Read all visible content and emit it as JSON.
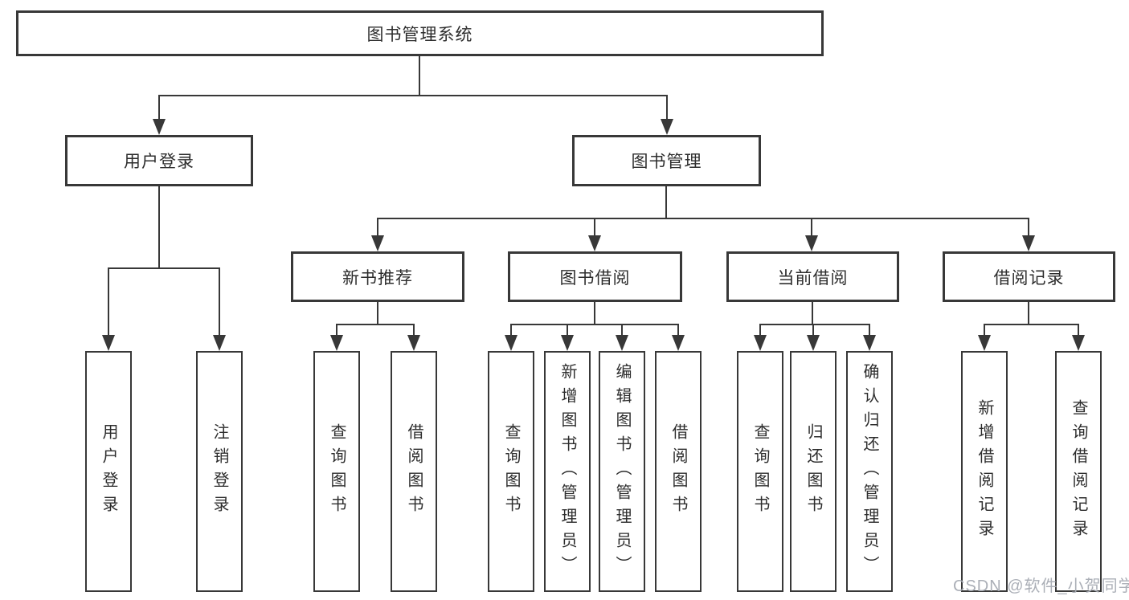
{
  "tree": {
    "label": "图书管理系统",
    "children": [
      {
        "label": "用户登录",
        "children": [
          {
            "label": "用户登录"
          },
          {
            "label": "注销登录"
          }
        ]
      },
      {
        "label": "图书管理",
        "children": [
          {
            "label": "新书推荐",
            "children": [
              {
                "label": "查询图书"
              },
              {
                "label": "借阅图书"
              }
            ]
          },
          {
            "label": "图书借阅",
            "children": [
              {
                "label": "查询图书"
              },
              {
                "label": "新增图书（管理员）"
              },
              {
                "label": "编辑图书（管理员）"
              },
              {
                "label": "借阅图书"
              }
            ]
          },
          {
            "label": "当前借阅",
            "children": [
              {
                "label": "查询图书"
              },
              {
                "label": "归还图书"
              },
              {
                "label": "确认归还（管理员）"
              }
            ]
          },
          {
            "label": "借阅记录",
            "children": [
              {
                "label": "新增借阅记录"
              },
              {
                "label": "查询借阅记录"
              }
            ]
          }
        ]
      }
    ]
  },
  "watermark": {
    "text": "CSDN @软件_小贺同学"
  },
  "colors": {
    "line": "#383838",
    "text": "#2d2d2d",
    "background": "#ffffff",
    "watermark": "#a7abb3"
  }
}
